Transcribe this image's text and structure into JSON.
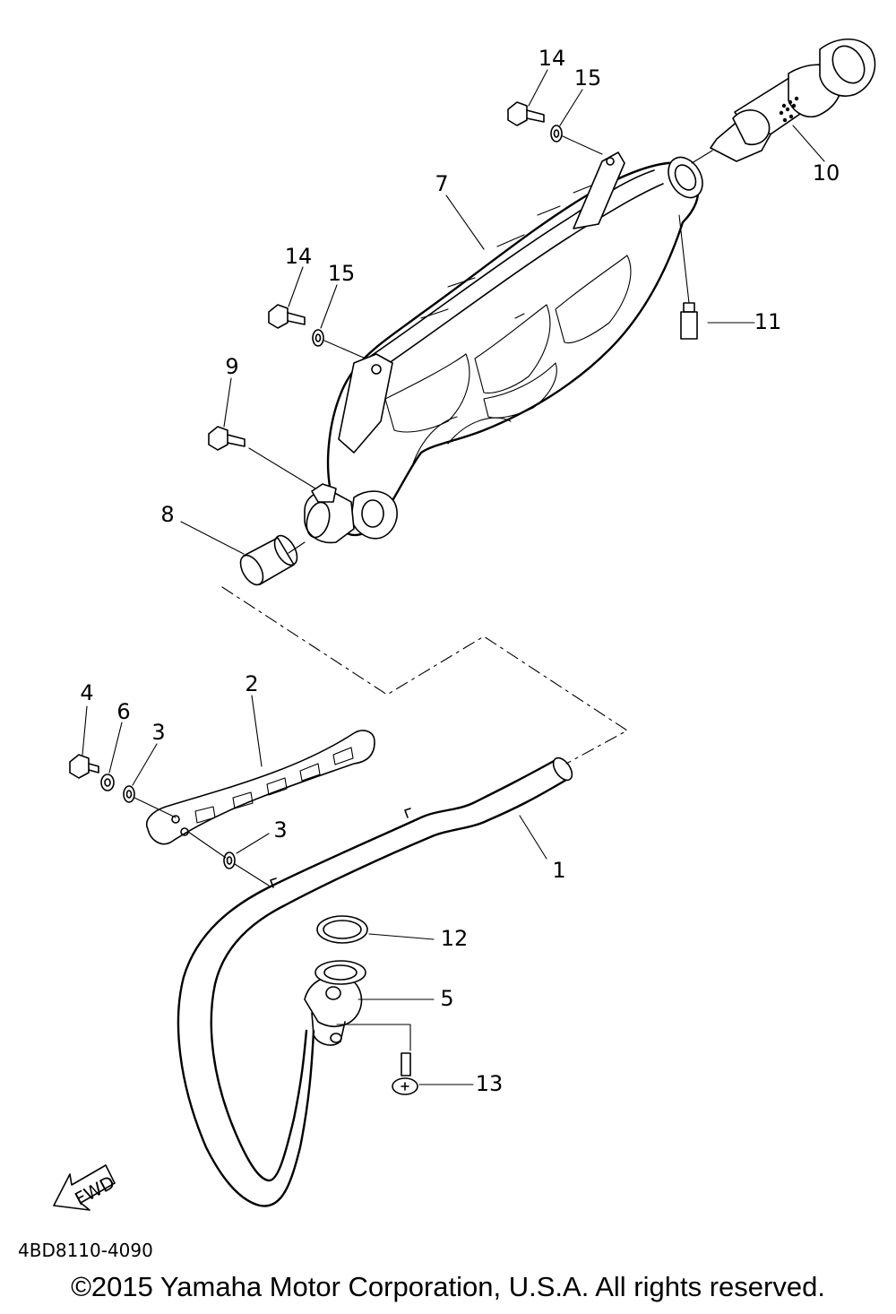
{
  "part_labels": {
    "p1": "1",
    "p2": "2",
    "p3a": "3",
    "p3b": "3",
    "p4": "4",
    "p5": "5",
    "p6": "6",
    "p7": "7",
    "p8": "8",
    "p9": "9",
    "p10": "10",
    "p11": "11",
    "p12": "12",
    "p13": "13",
    "p14a": "14",
    "p14b": "14",
    "p15a": "15",
    "p15b": "15"
  },
  "fwd_label": "FWD",
  "diagram_code": "4BD8110-4090",
  "copyright": "©2015 Yamaha Motor Corporation, U.S.A. All rights reserved."
}
